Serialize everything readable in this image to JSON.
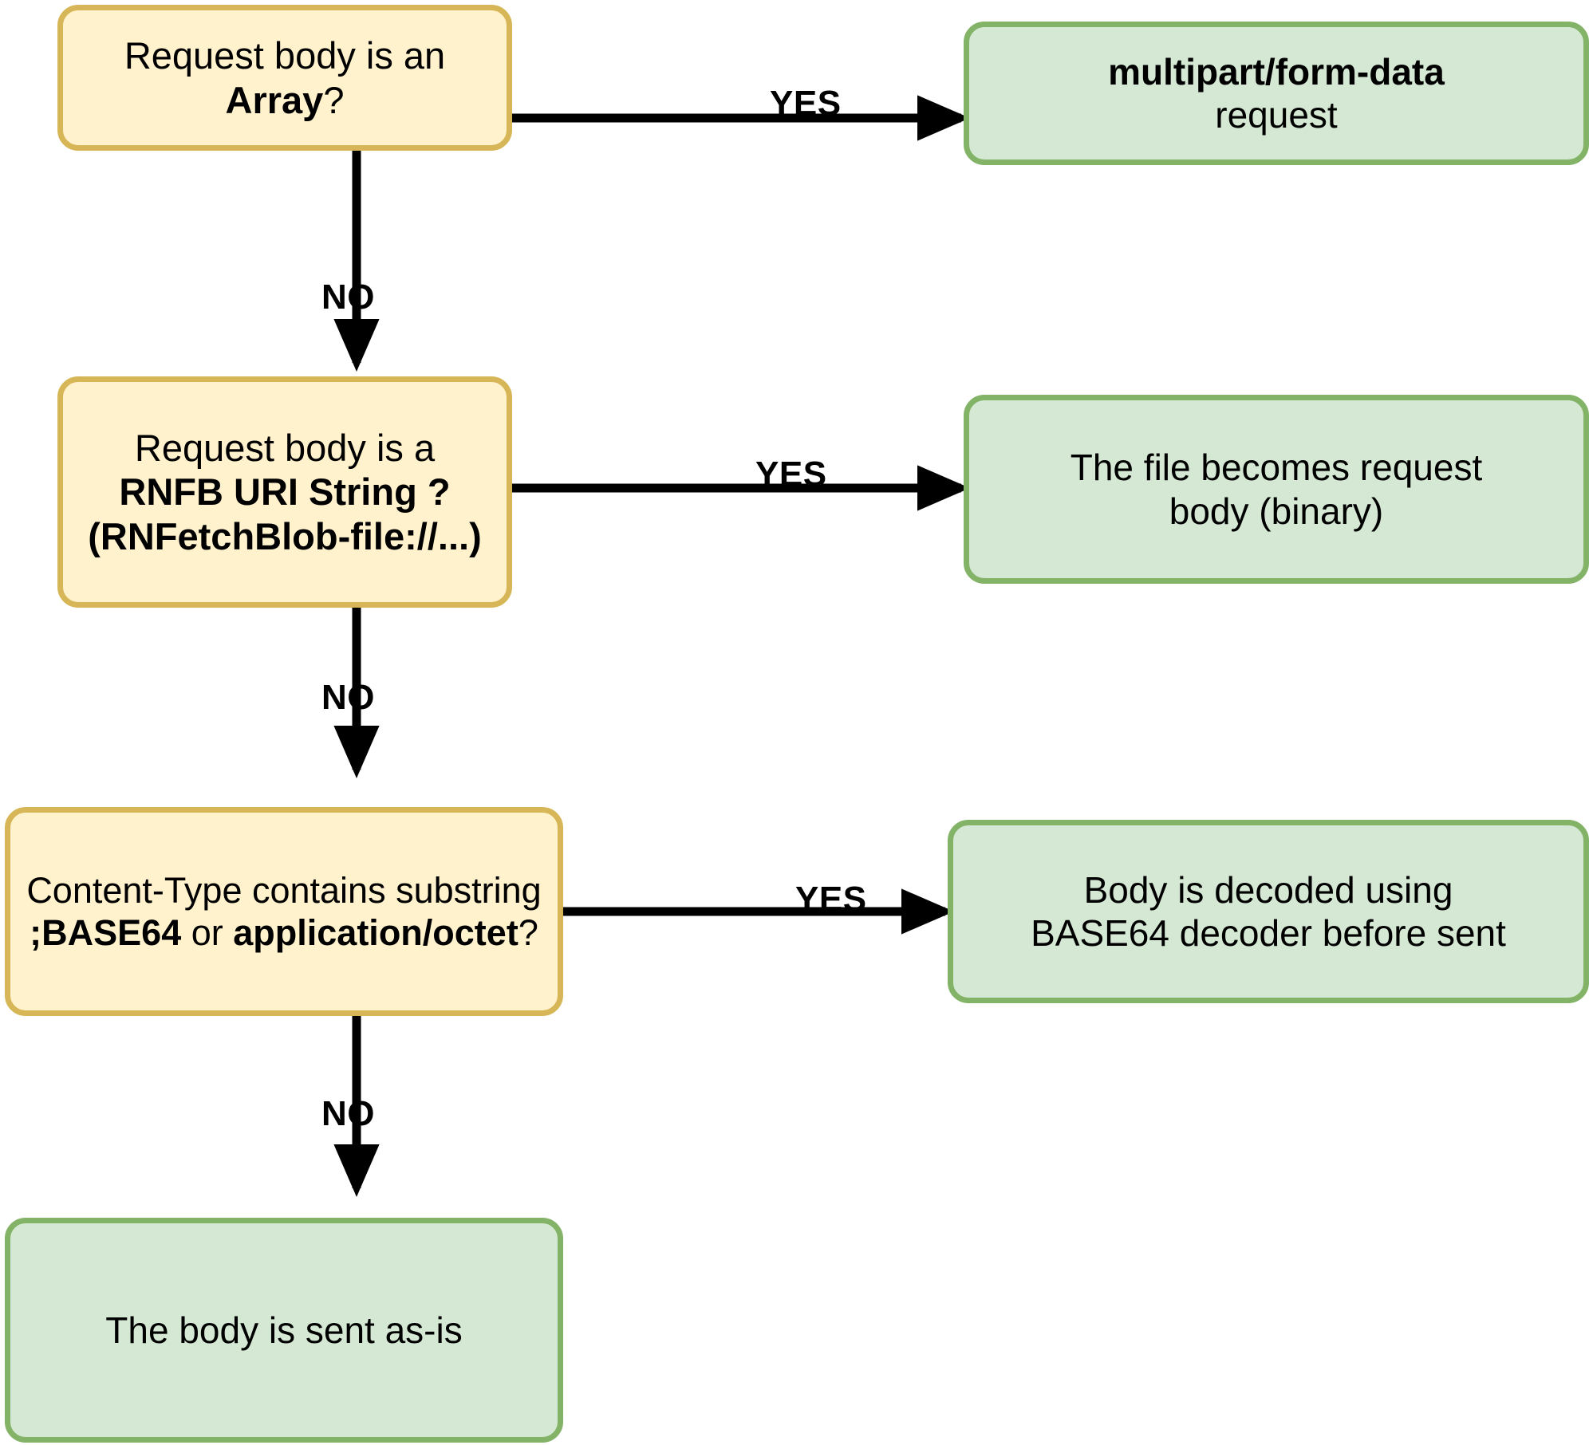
{
  "diagram": {
    "title": "RNFetchBlob request body handling decision flow",
    "colors": {
      "decision_fill": "#FFF2CC",
      "decision_border": "#D6B656",
      "result_fill": "#D5E8D4",
      "result_border": "#82B366",
      "arrow": "#000000",
      "background": "#FFFFFF"
    },
    "nodes": [
      {
        "id": "d1",
        "type": "decision",
        "lines": [
          {
            "plain": "Request body is an ",
            "bold": "Array",
            "tail": "?"
          }
        ],
        "text": "Request body is an Array?"
      },
      {
        "id": "r1",
        "type": "result",
        "lines": [
          {
            "bold": "multipart/form-data"
          },
          {
            "plain": "request"
          }
        ],
        "text": "multipart/form-data request"
      },
      {
        "id": "d2",
        "type": "decision",
        "lines": [
          {
            "plain": "Request body is a"
          },
          {
            "bold": "RNFB URI String ?"
          },
          {
            "bold": "(RNFetchBlob-file://...)"
          }
        ],
        "text": "Request body is a RNFB URI String ? (RNFetchBlob-file://...)"
      },
      {
        "id": "r2",
        "type": "result",
        "lines": [
          {
            "plain": "The file becomes request"
          },
          {
            "plain": "body (binary)"
          }
        ],
        "text": "The file becomes request body (binary)"
      },
      {
        "id": "d3",
        "type": "decision",
        "lines": [
          {
            "plain": "Content-Type contains substring"
          },
          {
            "bold1": ";BASE64",
            "mid": " or ",
            "bold2": "application/octet",
            "tail": "?"
          }
        ],
        "text": "Content-Type contains substring ;BASE64 or application/octet?"
      },
      {
        "id": "r3",
        "type": "result",
        "lines": [
          {
            "plain": "Body is decoded using"
          },
          {
            "plain": "BASE64 decoder before sent"
          }
        ],
        "text": "Body is decoded using BASE64 decoder before sent"
      },
      {
        "id": "r4",
        "type": "result",
        "lines": [
          {
            "plain": "The body is sent as-is"
          }
        ],
        "text": "The body is sent as-is"
      }
    ],
    "node_text": {
      "d1_plain": "Request body is an ",
      "d1_bold": "Array",
      "d1_tail": "?",
      "r1_line1": "multipart/form-data",
      "r1_line2": "request",
      "d2_line1": "Request body is a",
      "d2_line2": "RNFB URI String ?",
      "d2_line3": "(RNFetchBlob-file://...)",
      "r2_line1": "The file becomes request",
      "r2_line2": "body (binary)",
      "d3_line1": "Content-Type contains substring",
      "d3_bold1": ";BASE64",
      "d3_mid": " or ",
      "d3_bold2": "application/octet",
      "d3_tail": "?",
      "r3_line1": "Body is decoded using",
      "r3_line2": "BASE64 decoder before sent",
      "r4_line1": "The body is sent as-is"
    },
    "edges": [
      {
        "id": "e1",
        "from": "d1",
        "to": "r1",
        "label": "YES"
      },
      {
        "id": "e2",
        "from": "d1",
        "to": "d2",
        "label": "NO"
      },
      {
        "id": "e3",
        "from": "d2",
        "to": "r2",
        "label": "YES"
      },
      {
        "id": "e4",
        "from": "d2",
        "to": "d3",
        "label": "NO"
      },
      {
        "id": "e5",
        "from": "d3",
        "to": "r3",
        "label": "YES"
      },
      {
        "id": "e6",
        "from": "d3",
        "to": "r4",
        "label": "NO"
      }
    ],
    "edge_labels": {
      "yes1": "YES",
      "no1": "NO",
      "yes2": "YES",
      "no2": "NO",
      "yes3": "YES",
      "no3": "NO"
    }
  }
}
